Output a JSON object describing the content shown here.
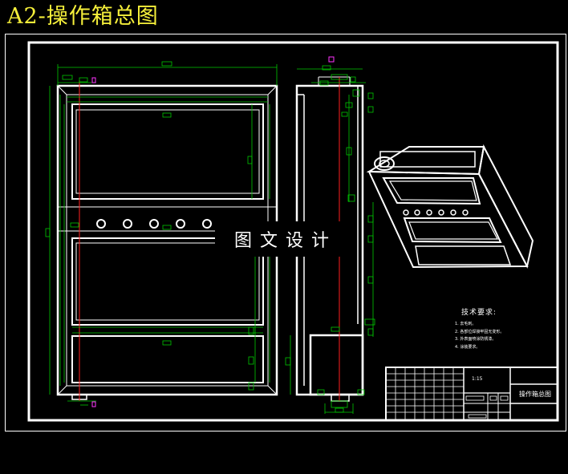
{
  "title": "A2-操作箱总图",
  "watermark": "图文设计",
  "tech_requirements": {
    "title": "技术要求:",
    "items": [
      "1. 去毛刺。",
      "2. 各部位焊接牢固无变形。",
      "3. 外表面喷涂防锈漆。",
      "4. 涂装要求。"
    ]
  },
  "title_block": {
    "scale": "1:15",
    "drawing_name": "操作箱总图"
  },
  "colors": {
    "background": "#000000",
    "line": "#ffffff",
    "dimension": "#00c800",
    "centerline": "#ff2020",
    "marker": "#ff33ff",
    "title": "#f5ef3a"
  }
}
